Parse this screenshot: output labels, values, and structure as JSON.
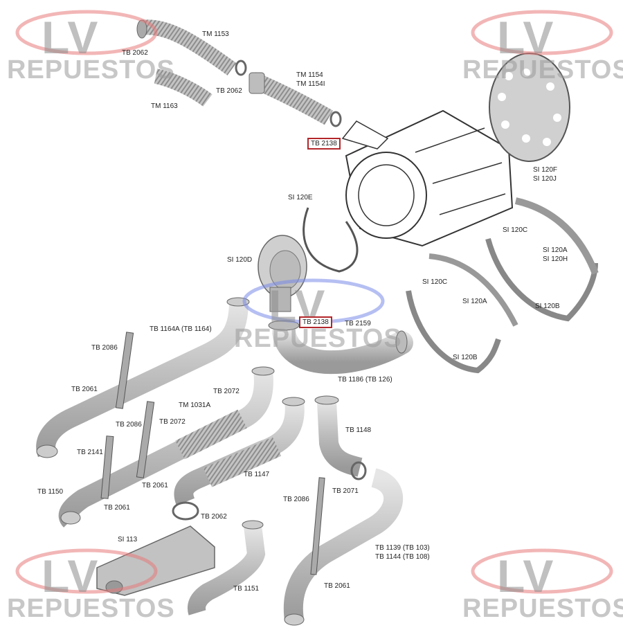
{
  "watermark": {
    "lv": "LV",
    "repuestos": "REPUESTOS"
  },
  "labels": {
    "tb2062_a": "TB 2062",
    "tm1153": "TM 1153",
    "tb2062_b": "TB 2062",
    "tm1154": "TM 1154",
    "tm1154i": "TM 1154I",
    "tm1163": "TM 1163",
    "tb2138_a": "TB 2138",
    "si120f": "SI 120F",
    "si120j": "SI 120J",
    "si120e": "SI 120E",
    "si120c_a": "SI 120C",
    "si120a_h1": "SI 120A",
    "si120h": "SI 120H",
    "si120d": "SI 120D",
    "si120c_b": "SI 120C",
    "si120a_b": "SI 120A",
    "si120b_a": "SI 120B",
    "tb2138_b": "TB 2138",
    "tb2159": "TB 2159",
    "tb1164a": "TB 1164A (TB 1164)",
    "si120b_b": "SI 120B",
    "tb2086_a": "TB 2086",
    "tb1186": "TB 1186 (TB 126)",
    "tb2061_a": "TB 2061",
    "tb2072_a": "TB 2072",
    "tm1031a": "TM 1031A",
    "tb2086_b": "TB 2086",
    "tb2072_b": "TB 2072",
    "tb1148": "TB 1148",
    "tb2141": "TB 2141",
    "tb1147": "TB 1147",
    "tb2061_b": "TB 2061",
    "tb1150": "TB 1150",
    "tb2071": "TB 2071",
    "tb2086_c": "TB 2086",
    "tb2061_c": "TB 2061",
    "tb2062_c": "TB 2062",
    "si113": "SI 113",
    "tb1139": "TB 1139 (TB 103)",
    "tb1144": "TB 1144 (TB 108)",
    "tb1151": "TB 1151",
    "tb2061_d": "TB 2061"
  },
  "colors": {
    "highlight": "#b3262b",
    "part_fill": "#c8c8c8",
    "part_stroke": "#6d6d6d"
  }
}
